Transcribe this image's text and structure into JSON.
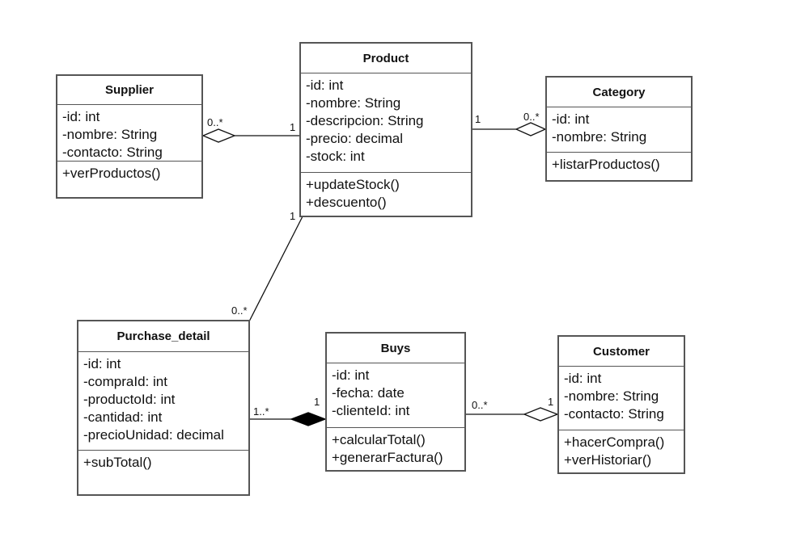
{
  "classes": {
    "supplier": {
      "name": "Supplier",
      "attributes": [
        "-id: int",
        "-nombre: String",
        "-contacto: String"
      ],
      "methods": [
        "+verProductos()"
      ]
    },
    "product": {
      "name": "Product",
      "attributes": [
        "-id: int",
        "-nombre: String",
        "-descripcion: String",
        "-precio: decimal",
        "-stock: int"
      ],
      "methods": [
        "+updateStock()",
        "+descuento()"
      ]
    },
    "category": {
      "name": "Category",
      "attributes": [
        "-id: int",
        "-nombre: String"
      ],
      "methods": [
        "+listarProductos()"
      ]
    },
    "purchase_detail": {
      "name": "Purchase_detail",
      "attributes": [
        "-id: int",
        "-compraId: int",
        "-productoId: int",
        "-cantidad: int",
        "-precioUnidad: decimal"
      ],
      "methods": [
        "+subTotal()"
      ]
    },
    "buys": {
      "name": "Buys",
      "attributes": [
        "-id: int",
        "-fecha: date",
        "-clienteId: int"
      ],
      "methods": [
        "+calcularTotal()",
        "+generarFactura()"
      ]
    },
    "customer": {
      "name": "Customer",
      "attributes": [
        "-id: int",
        "-nombre: String",
        "-contacto: String"
      ],
      "methods": [
        "+hacerCompra()",
        "+verHistoriar()"
      ]
    }
  },
  "associations": [
    {
      "from": "supplier",
      "to": "product",
      "from_mult": "0..*",
      "to_mult": "1",
      "type": "aggregation"
    },
    {
      "from": "product",
      "to": "category",
      "from_mult": "1",
      "to_mult": "0..*",
      "type": "aggregation"
    },
    {
      "from": "product",
      "to": "purchase_detail",
      "from_mult": "1",
      "to_mult": "0..*",
      "type": "association"
    },
    {
      "from": "purchase_detail",
      "to": "buys",
      "from_mult": "1..*",
      "to_mult": "1",
      "type": "composition"
    },
    {
      "from": "buys",
      "to": "customer",
      "from_mult": "0..*",
      "to_mult": "1",
      "type": "aggregation"
    }
  ],
  "colors": {
    "line": "#111111",
    "border": "#555555",
    "background": "#ffffff"
  }
}
